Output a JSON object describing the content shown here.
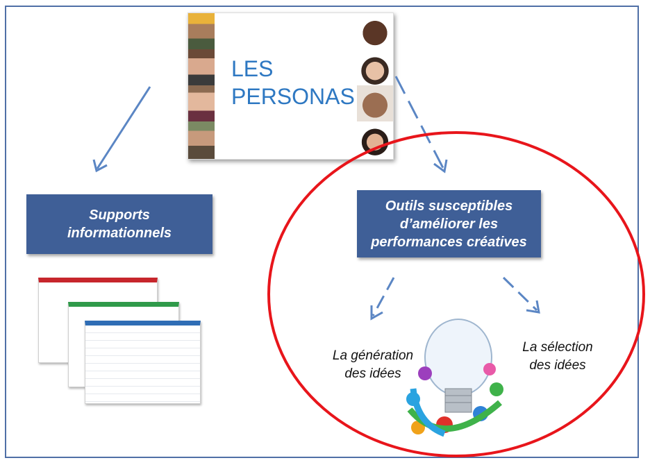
{
  "center": {
    "title_line1": "LES",
    "title_line2": "PERSONAS"
  },
  "left_box": {
    "line1": "Supports",
    "line2": "informationnels"
  },
  "right_box": {
    "line1": "Outils susceptibles",
    "line2": "d’améliorer les",
    "line3": "performances créatives"
  },
  "generation": {
    "line1": "La génération",
    "line2": "des idées"
  },
  "selection": {
    "line1": "La sélection",
    "line2": "des idées"
  },
  "colors": {
    "frame": "#4f6fa6",
    "box": "#3f5f97",
    "title": "#2e78c2",
    "ellipse": "#e8151b",
    "arrow": "#5b86c4"
  },
  "icons": [
    "persona-photo-icon",
    "documents-thumbnail-icon",
    "lightbulb-icon",
    "people-circle-icon"
  ]
}
